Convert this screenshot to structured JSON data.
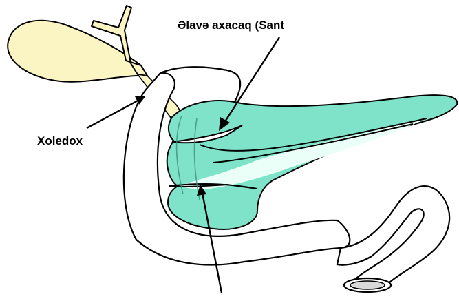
{
  "labels": {
    "accessory_duct": "Əlavə axacaq (Sant",
    "common_bile_duct": "Xoledox"
  },
  "colors": {
    "pancreas_fill": "#7fe3c9",
    "biliary_fill": "#fbf5c4",
    "outline": "#000000",
    "duct_fill": "#e9fff8"
  },
  "icons": {
    "gallbladder": "gallbladder-shape",
    "pancreas": "pancreas-shape",
    "duodenum": "duodenum-loop-shape"
  }
}
